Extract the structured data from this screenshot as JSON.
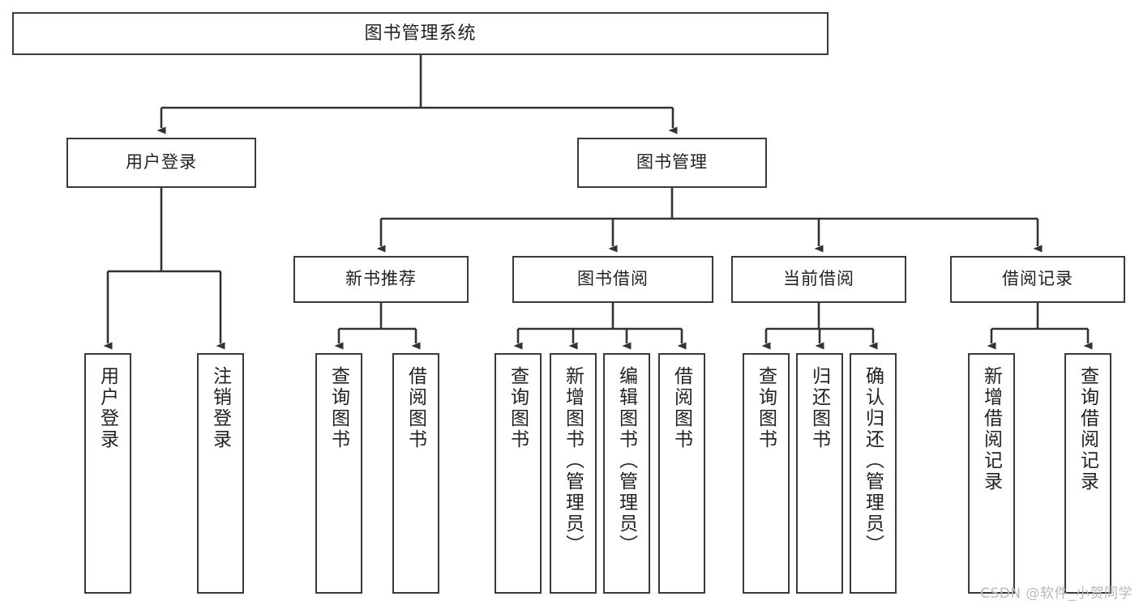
{
  "diagram": {
    "type": "tree",
    "title": "图书管理系统",
    "orientation": "top-down",
    "colors": {
      "box_border": "#3a3a3a",
      "box_fill": "#ffffff",
      "connector": "#333333",
      "text": "#222222",
      "watermark": "#b9b9b9"
    },
    "watermark": "CSDN @软件_小贺同学",
    "nodes": {
      "root": {
        "label": "图书管理系统"
      },
      "level1": [
        {
          "id": "user-login",
          "label": "用户登录"
        },
        {
          "id": "book-manage",
          "label": "图书管理"
        }
      ],
      "level2": [
        {
          "id": "new-book-rec",
          "label": "新书推荐"
        },
        {
          "id": "book-borrow",
          "label": "图书借阅"
        },
        {
          "id": "current-borrow",
          "label": "当前借阅"
        },
        {
          "id": "borrow-record",
          "label": "借阅记录"
        }
      ],
      "leaves": {
        "user-login": [
          {
            "id": "leaf-user-login",
            "label": "用户登录"
          },
          {
            "id": "leaf-user-logout",
            "label": "注销登录"
          }
        ],
        "new-book-rec": [
          {
            "id": "leaf-query-book-1",
            "label": "查询图书"
          },
          {
            "id": "leaf-borrow-book-1",
            "label": "借阅图书"
          }
        ],
        "book-borrow": [
          {
            "id": "leaf-query-book-2",
            "label": "查询图书"
          },
          {
            "id": "leaf-add-book",
            "label": "新增图书（管理员）"
          },
          {
            "id": "leaf-edit-book",
            "label": "编辑图书（管理员）"
          },
          {
            "id": "leaf-borrow-book-2",
            "label": "借阅图书"
          }
        ],
        "current-borrow": [
          {
            "id": "leaf-query-book-3",
            "label": "查询图书"
          },
          {
            "id": "leaf-return-book",
            "label": "归还图书"
          },
          {
            "id": "leaf-confirm-return",
            "label": "确认归还（管理员）"
          }
        ],
        "borrow-record": [
          {
            "id": "leaf-add-record",
            "label": "新增借阅记录"
          },
          {
            "id": "leaf-query-record",
            "label": "查询借阅记录"
          }
        ]
      }
    }
  }
}
